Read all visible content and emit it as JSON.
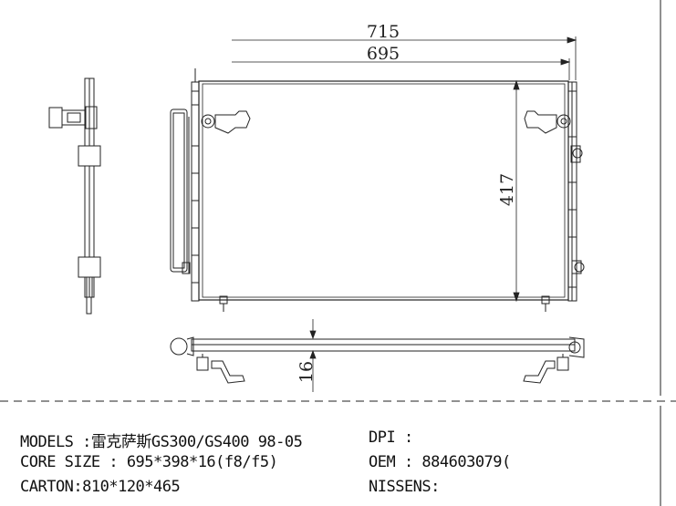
{
  "drawing": {
    "dim_overall_width": "715",
    "dim_core_width": "695",
    "dim_core_height": "417",
    "dim_thickness": "16"
  },
  "specs": {
    "models": "MODELS :雷克萨斯GS300/GS400 98-05",
    "core_size": "CORE SIZE : 695*398*16(f8/f5)",
    "carton": "CARTON:810*120*465",
    "dpi": "DPI :",
    "oem": "OEM : 884603079(",
    "nissens": "NISSENS:"
  }
}
